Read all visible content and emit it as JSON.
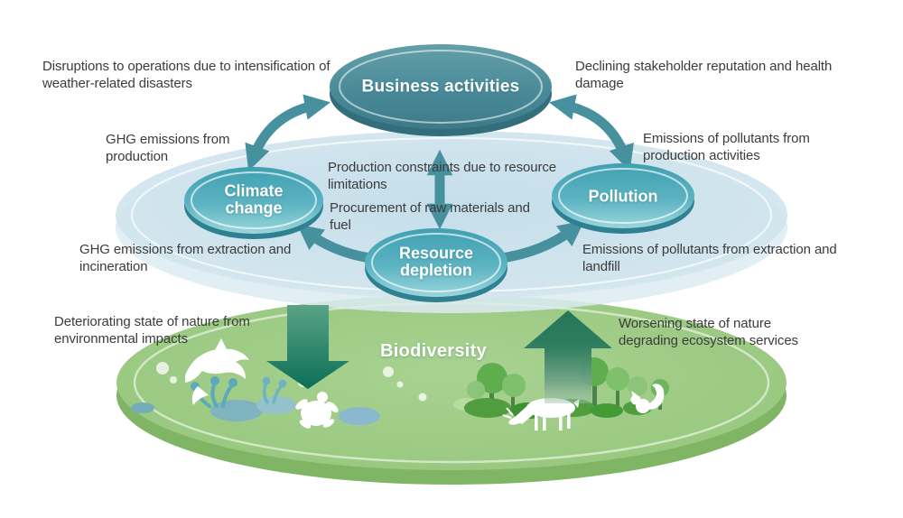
{
  "diagram_title": "Business activities and environmental impact relationship diagram",
  "nodes": {
    "business_activities": "Business activities",
    "climate_change": "Climate\nchange",
    "resource_depletion": "Resource\ndepletion",
    "pollution": "Pollution",
    "biodiversity": "Biodiversity"
  },
  "annotations": {
    "weather_disasters": "Disruptions to operations due to intensification of weather-related disasters",
    "stakeholder_reputation": "Declining stakeholder reputation and health damage",
    "ghg_production": "GHG emissions from production",
    "pollutants_production": "Emissions of pollutants from production activities",
    "production_constraints": "Production constraints due to resource limitations",
    "procurement": "Procurement of raw materials and fuel",
    "ghg_extraction": "GHG emissions from extraction and incineration",
    "pollutants_extraction": "Emissions of pollutants from extraction and landfill",
    "deteriorating_nature": "Deteriorating state of nature from environmental impacts",
    "worsening_nature": "Worsening state of nature degrading ecosystem services"
  },
  "icons": {
    "marine": [
      "dolphin-icon",
      "turtle-icon",
      "seaweed-icon",
      "rock-icon",
      "bubble-icon"
    ],
    "land": [
      "deer-icon",
      "squirrel-icon",
      "tree-icon",
      "bush-icon"
    ],
    "arrows": [
      "two-way-arrow-icon",
      "one-way-arrow-icon",
      "impact-down-arrow-icon",
      "impact-up-arrow-icon"
    ]
  },
  "colors": {
    "business_node": "#4a8b99",
    "sub_node": "#54aebc",
    "flow_arrow": "#47919e",
    "glass_disc": "#cfe3ee",
    "green_disc": "#9bc983",
    "impact_arrow_dark": "#0c6f56",
    "annotation_text": "#3b3b3b",
    "node_text": "#ffffff"
  }
}
